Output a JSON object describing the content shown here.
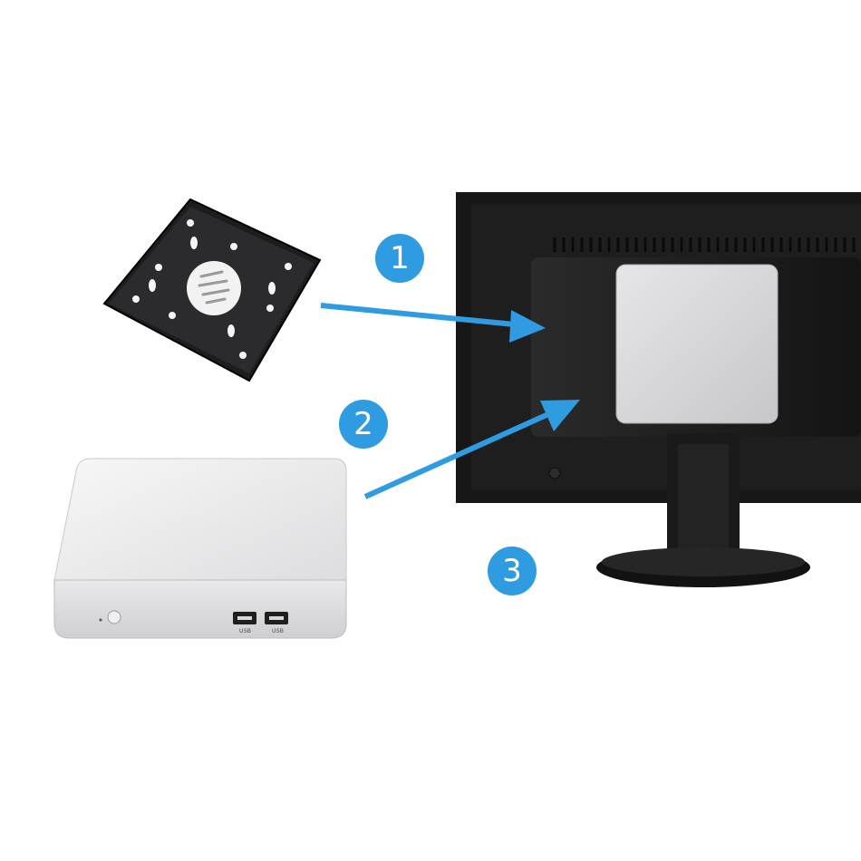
{
  "steps": [
    "1",
    "2",
    "3"
  ],
  "mini_pc": {
    "ports": [
      "USB",
      "USB"
    ]
  },
  "colors": {
    "accent": "#2f9be0",
    "monitor": "#1c1c1c",
    "case": "#e4e4e6",
    "background": "#ffffff"
  }
}
